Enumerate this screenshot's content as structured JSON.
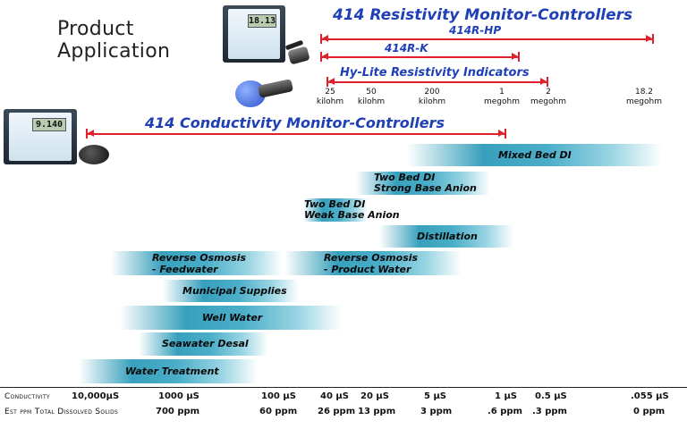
{
  "header": {
    "title_line1": "Product",
    "title_line2": "Application"
  },
  "products": {
    "resistivity": "414 Resistivity Monitor-Controllers",
    "hp": "414R-HP",
    "k": "414R-K",
    "hylite": "Hy-Lite Resistivity Indicators",
    "conductivity": "414 Conductivity Monitor-Controllers"
  },
  "resistivity_scale": [
    {
      "value": "25",
      "unit": "kilohm"
    },
    {
      "value": "50",
      "unit": "kilohm"
    },
    {
      "value": "200",
      "unit": "kilohm"
    },
    {
      "value": "1",
      "unit": "megohm"
    },
    {
      "value": "2",
      "unit": "megohm"
    },
    {
      "value": "18.2",
      "unit": "megohm"
    }
  ],
  "applications": [
    {
      "label": "Mixed Bed DI"
    },
    {
      "label_line1": "Two Bed DI",
      "label_line2": "Strong Base Anion"
    },
    {
      "label_line1": "Two Bed DI",
      "label_line2": "Weak Base Anion"
    },
    {
      "label": "Distillation"
    },
    {
      "label_line1": "Reverse Osmosis",
      "label_line2": "- Feedwater"
    },
    {
      "label_line1": "Reverse Osmosis",
      "label_line2": "- Product Water"
    },
    {
      "label": "Municipal  Supplies"
    },
    {
      "label": "Well Water"
    },
    {
      "label": "Seawater Desal"
    },
    {
      "label": "Water Treatment"
    }
  ],
  "bottom_rows": {
    "conductivity_label": "Conductivity",
    "conductivity_values": [
      "10,000µS",
      "1000 µS",
      "100 µS",
      "40 µS",
      "20 µS",
      "5 µS",
      "1 µS",
      "0.5 µS",
      ".055 µS"
    ],
    "tds_label": "Est ppm Total Dissolved Solids",
    "tds_values": [
      "700 ppm",
      "60 ppm",
      "26 ppm",
      "13 ppm",
      "3 ppm",
      ".6 ppm",
      ".3 ppm",
      "0 ppm"
    ]
  },
  "devices": {
    "resistivity_display": "18.13",
    "conductivity_display": "9.140"
  },
  "colors": {
    "product_title": "#1f3fb7",
    "range_arrow": "#e0202a",
    "band": "#2d9bb9"
  }
}
